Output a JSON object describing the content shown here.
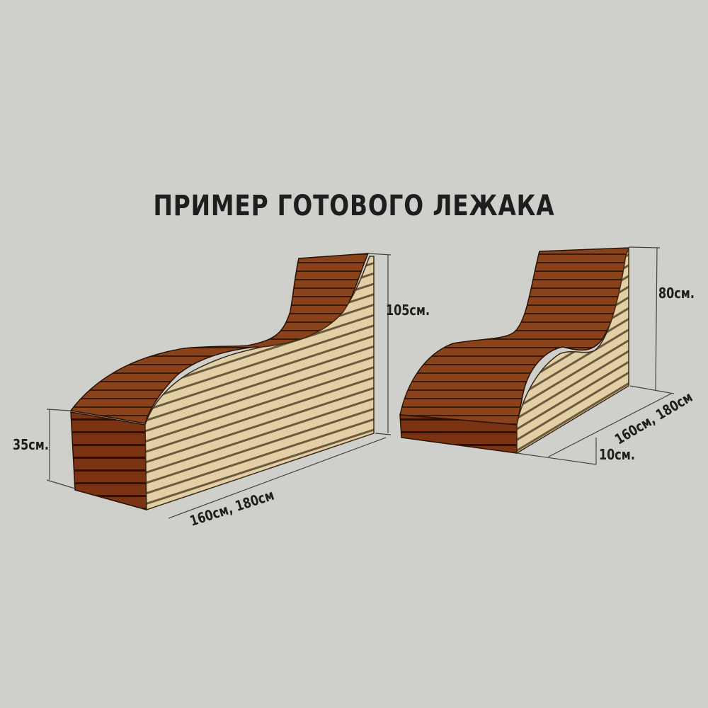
{
  "title": "ПРИМЕР ГОТОВОГО ЛЕЖАКА",
  "left_lounger": {
    "height_label": "105см.",
    "front_height_label": "35см.",
    "length_label": "160см, 180см"
  },
  "right_lounger": {
    "height_label": "80см.",
    "length_label": "160см, 180см",
    "base_height_label": "10см."
  },
  "colors": {
    "background": "#cfd0cb",
    "wood_dark": "#7a3a17",
    "wood_light": "#e2cfa6",
    "text": "#1e1e1e"
  }
}
